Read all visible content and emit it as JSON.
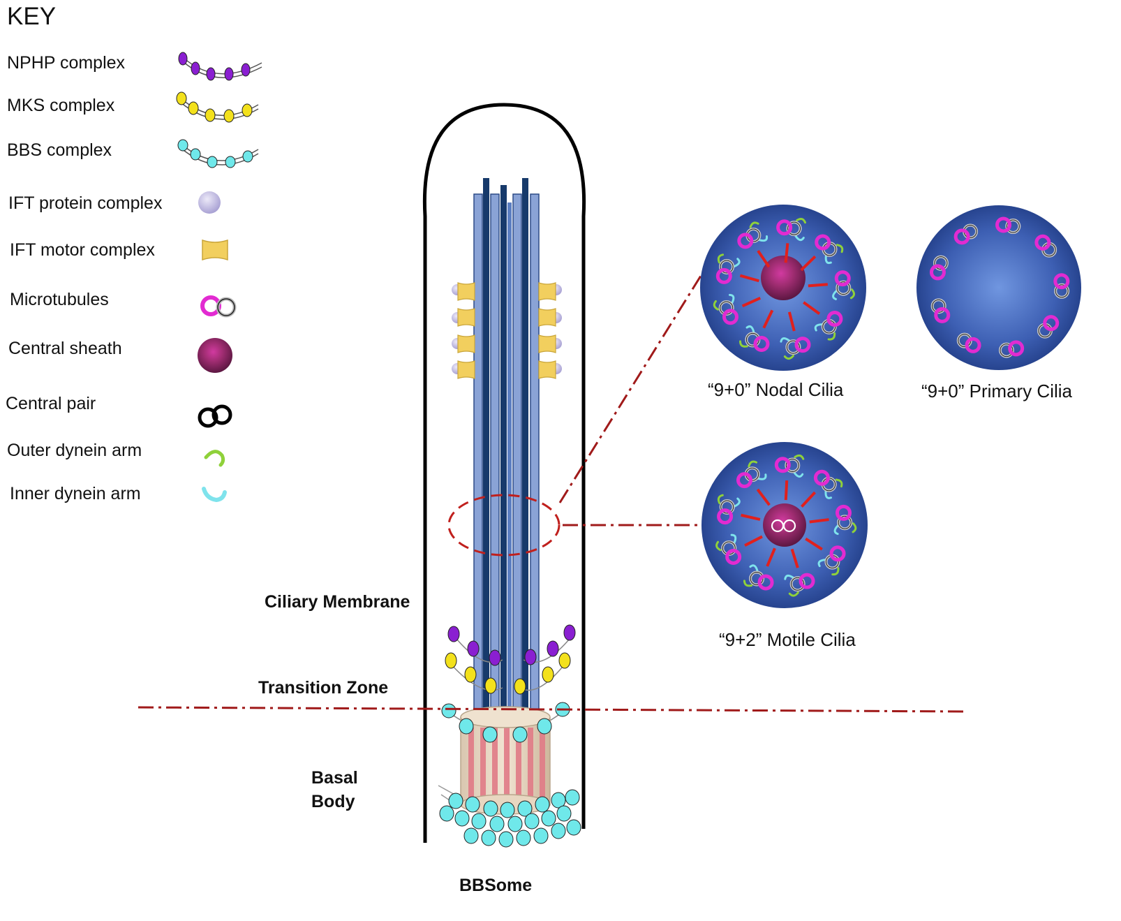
{
  "key": {
    "title": "KEY",
    "items": [
      {
        "id": "nphp",
        "label": "NPHP complex",
        "color": "#8a1fd1"
      },
      {
        "id": "mks",
        "label": "MKS complex",
        "color": "#f3e11c"
      },
      {
        "id": "bbs",
        "label": "BBS complex",
        "color": "#6fe8ea"
      },
      {
        "id": "ift-protein",
        "label": "IFT protein complex",
        "color": "#c9c4e6"
      },
      {
        "id": "ift-motor",
        "label": "IFT motor complex",
        "color": "#f2cf5e"
      },
      {
        "id": "microtubules",
        "label": "Microtubules",
        "color": "#e22bd1"
      },
      {
        "id": "central-sheath",
        "label": "Central sheath",
        "color": "#9a2766"
      },
      {
        "id": "central-pair",
        "label": "Central pair",
        "color": "#000000"
      },
      {
        "id": "outer-dynein",
        "label": "Outer dynein arm",
        "color": "#8fd13a"
      },
      {
        "id": "inner-dynein",
        "label": "Inner  dynein arm",
        "color": "#7fe3ec"
      }
    ]
  },
  "structure_labels": {
    "ciliary_membrane": "Ciliary Membrane",
    "transition_zone": "Transition Zone",
    "basal_body_line1": "Basal",
    "basal_body_line2": "Body",
    "bbsome": "BBSome"
  },
  "cross_sections": {
    "nodal": "“9+0” Nodal Cilia",
    "primary": "“9+0” Primary Cilia",
    "motile": "“9+2” Motile Cilia"
  },
  "colors": {
    "cross_section_fill": "#3556a8",
    "cross_section_center": "#6d8fd9",
    "radial_spoke": "#e0201d",
    "dash_line": "#a01a1a",
    "axoneme_light": "#8aa3d6",
    "axoneme_dark": "#173a6b",
    "basal_stripe": "#e07a86",
    "basal_fill": "#e9d9c8"
  }
}
